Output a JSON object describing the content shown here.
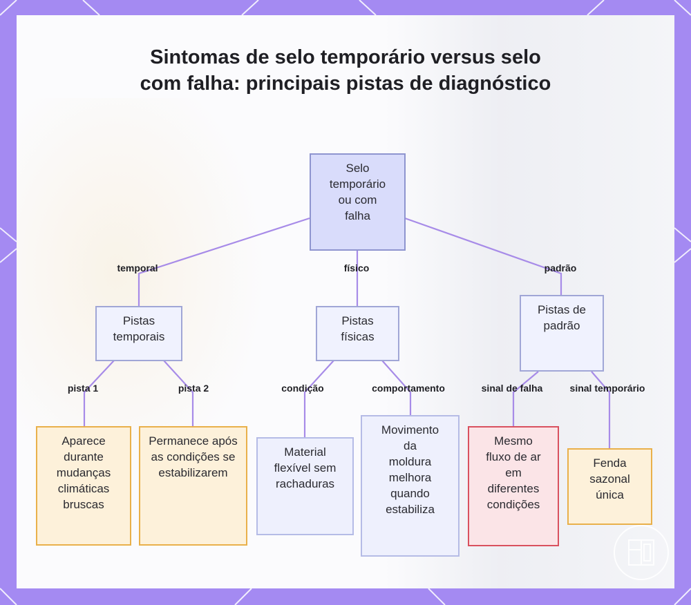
{
  "title": "Sintomas de selo temporário versus selo com falha: principais pistas de diagnóstico",
  "root": {
    "label": "Selo temporário ou com falha"
  },
  "branches": [
    {
      "edge_label": "temporal",
      "label": "Pistas temporais"
    },
    {
      "edge_label": "físico",
      "label": "Pistas físicas"
    },
    {
      "edge_label": "padrão",
      "label": "Pistas de padrão"
    }
  ],
  "leaves": [
    {
      "edge_label": "pista 1",
      "label": "Aparece durante mudanças climáticas bruscas"
    },
    {
      "edge_label": "pista 2",
      "label": "Permanece após as condições se estabilizarem"
    },
    {
      "edge_label": "condição",
      "label": "Material flexível sem rachaduras"
    },
    {
      "edge_label": "comportamento",
      "label": "Movimento da moldura melhora quando estabiliza"
    },
    {
      "edge_label": "sinal de falha",
      "label": "Mesmo fluxo de ar em diferentes condições"
    },
    {
      "edge_label": "sinal temporário",
      "label": "Fenda sazonal única"
    }
  ],
  "colors": {
    "frame": "#a48af2",
    "connector": "#a78be8",
    "root_fill": "#d9dcfb",
    "temporary_border": "#e9b04a",
    "failure_border": "#d9505e",
    "physical_border": "#b5bbe6"
  },
  "icons": [
    "window-logo-icon"
  ]
}
